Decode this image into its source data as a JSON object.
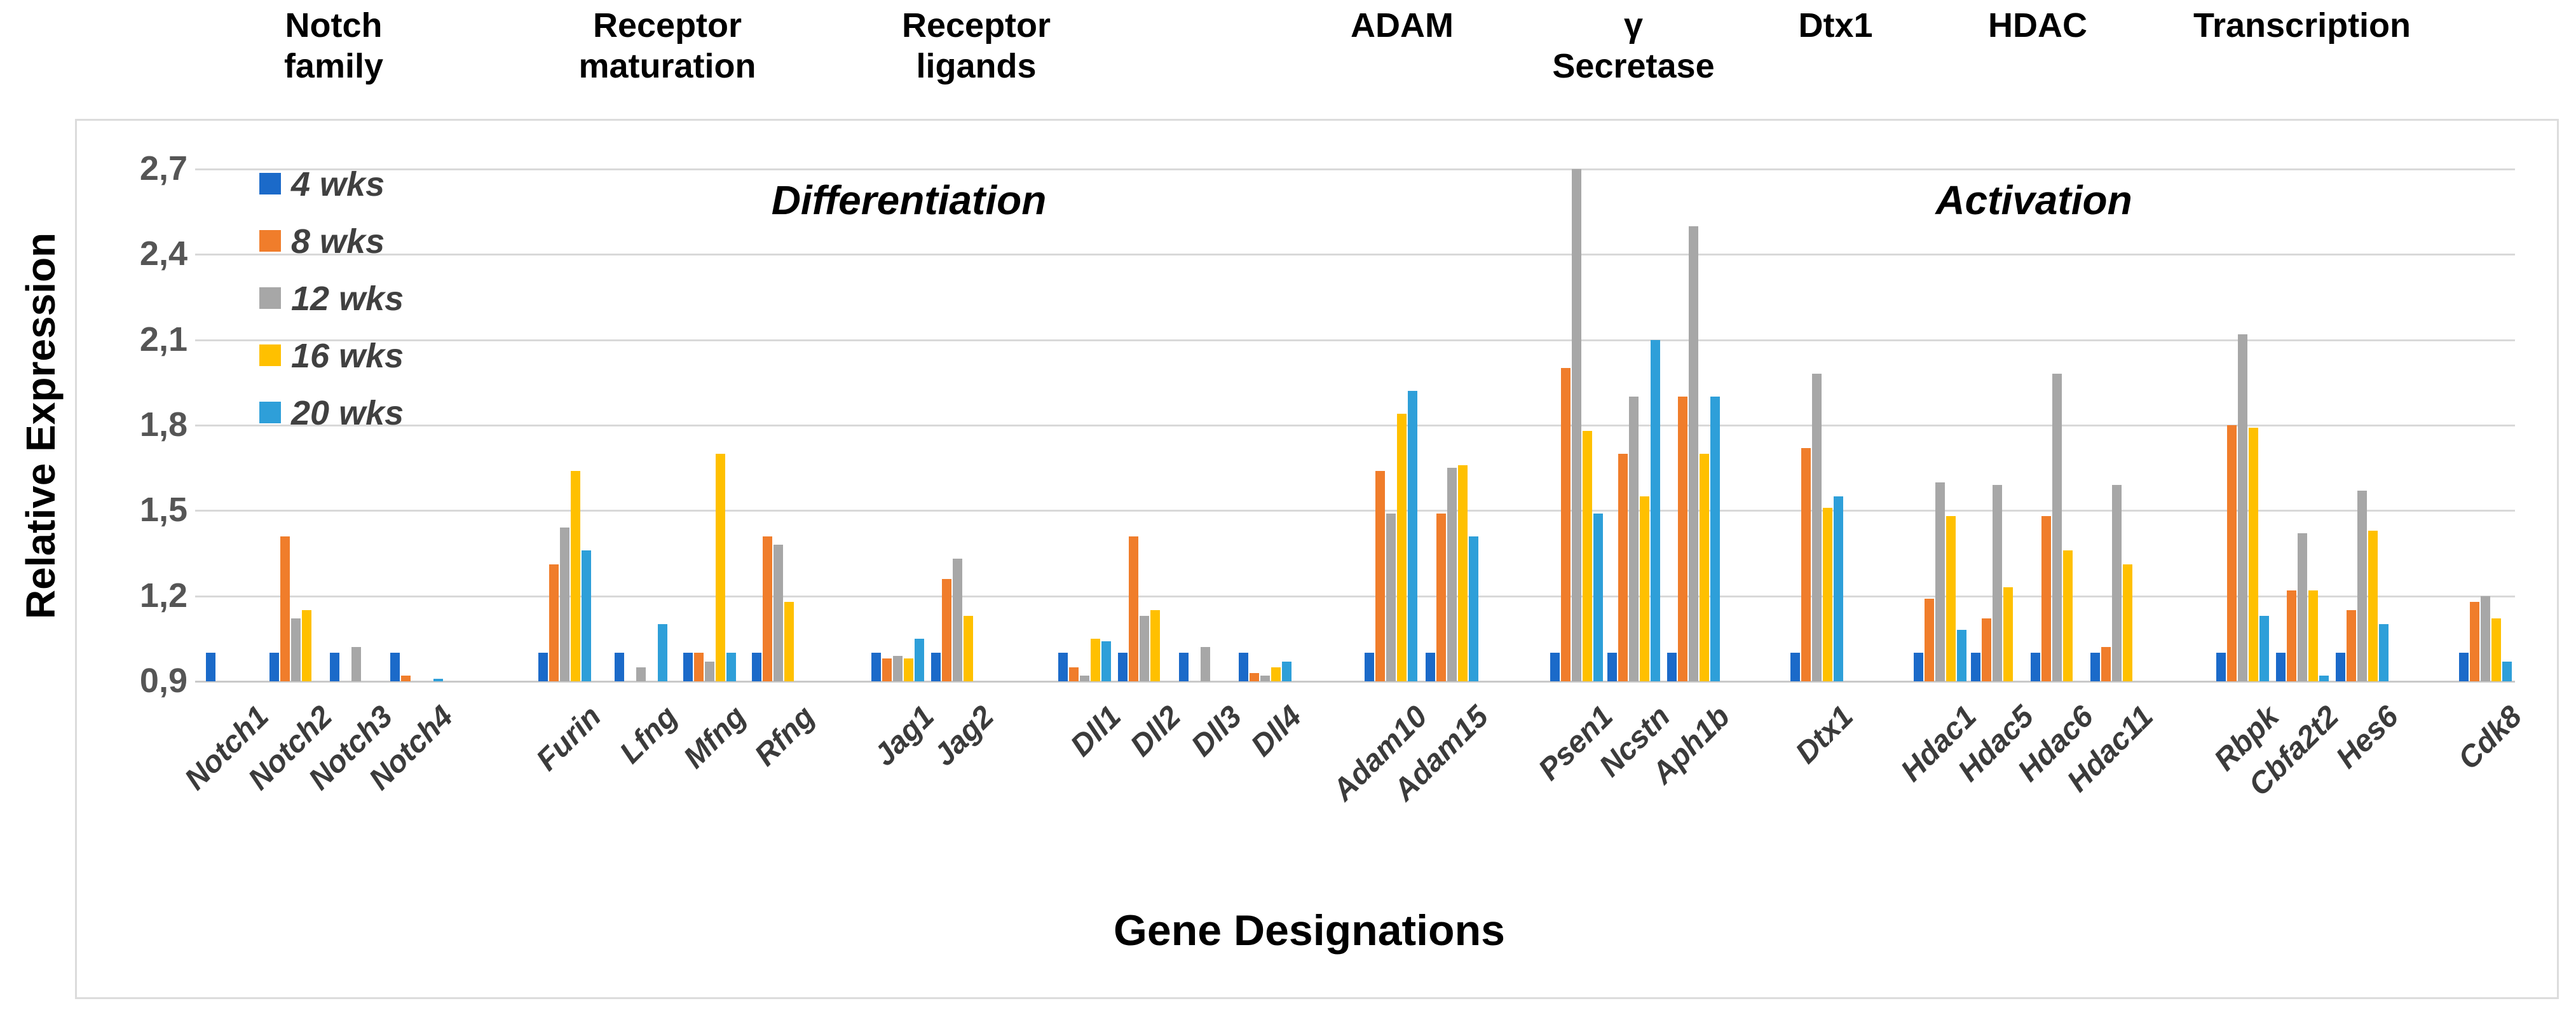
{
  "header_groups": [
    {
      "label": "Notch\nfamily"
    },
    {
      "label": "Receptor\nmaturation"
    },
    {
      "label": "Receptor\nligands"
    },
    {
      "label": "ADAM"
    },
    {
      "label": "γ\nSecretase"
    },
    {
      "label": "Dtx1"
    },
    {
      "label": "HDAC"
    },
    {
      "label": "Transcription"
    }
  ],
  "annotations": {
    "differentiation": "Differentiation",
    "activation": "Activation"
  },
  "axes": {
    "y_title": "Relative Expression",
    "x_title": "Gene Designations"
  },
  "legend": {
    "items": [
      {
        "label": "4 wks",
        "color": "#1B6AC9"
      },
      {
        "label": "8 wks",
        "color": "#F07D2B"
      },
      {
        "label": "12 wks",
        "color": "#A7A7A7"
      },
      {
        "label": "16 wks",
        "color": "#FFC000"
      },
      {
        "label": "20 wks",
        "color": "#2E9FD9"
      }
    ]
  },
  "chart_data": {
    "type": "bar",
    "title": "",
    "xlabel": "Gene Designations",
    "ylabel": "Relative Expression",
    "ylim": [
      0.9,
      2.7
    ],
    "baseline_note": "y axis starts at 0.9; a value of 0.9 means no visible bar",
    "grid": true,
    "legend_position": "inside-top-left",
    "yticks": {
      "values": [
        0.9,
        1.2,
        1.5,
        1.8,
        2.1,
        2.4,
        2.7
      ],
      "labels": [
        "0,9",
        "1,2",
        "1,5",
        "1,8",
        "2,1",
        "2,4",
        "2,7"
      ]
    },
    "group_headers": [
      {
        "label": "Notch family",
        "genes": [
          "Notch1",
          "Notch2",
          "Notch3",
          "Notch4"
        ]
      },
      {
        "label": "Receptor maturation",
        "genes": [
          "Furin",
          "Lfng",
          "Mfng",
          "Rfng"
        ]
      },
      {
        "label": "Receptor ligands",
        "genes": [
          "Jag1",
          "Jag2",
          "Dll1",
          "Dll2",
          "Dll3",
          "Dll4"
        ]
      },
      {
        "label": "ADAM",
        "genes": [
          "Adam10",
          "Adam15"
        ]
      },
      {
        "label": "γ Secretase",
        "genes": [
          "Psen1",
          "Ncstn",
          "Aph1b"
        ]
      },
      {
        "label": "Dtx1",
        "genes": [
          "Dtx1"
        ]
      },
      {
        "label": "HDAC",
        "genes": [
          "Hdac1",
          "Hdac5",
          "Hdac6",
          "Hdac11"
        ]
      },
      {
        "label": "Transcription",
        "genes": [
          "Rbpk",
          "Cbfa2t2",
          "Hes6",
          "Cdk8"
        ]
      }
    ],
    "phase_annotations": [
      {
        "text": "Differentiation",
        "over": "left half"
      },
      {
        "text": "Activation",
        "over": "right half"
      }
    ],
    "categories": [
      "Notch1",
      "Notch2",
      "Notch3",
      "Notch4",
      "Furin",
      "Lfng",
      "Mfng",
      "Rfng",
      "Jag1",
      "Jag2",
      "Dll1",
      "Dll2",
      "Dll3",
      "Dll4",
      "Adam10",
      "Adam15",
      "Psen1",
      "Ncstn",
      "Aph1b",
      "Dtx1",
      "Hdac1",
      "Hdac5",
      "Hdac6",
      "Hdac11",
      "Rbpk",
      "Cbfa2t2",
      "Hes6",
      "Cdk8"
    ],
    "series": [
      {
        "name": "4 wks",
        "color": "#1B6AC9",
        "values": [
          1.0,
          1.0,
          1.0,
          1.0,
          1.0,
          1.0,
          1.0,
          1.0,
          1.0,
          1.0,
          1.0,
          1.0,
          1.0,
          1.0,
          1.0,
          1.0,
          1.0,
          1.0,
          1.0,
          1.0,
          1.0,
          1.0,
          1.0,
          1.0,
          1.0,
          1.0,
          1.0,
          1.0
        ]
      },
      {
        "name": "8 wks",
        "color": "#F07D2B",
        "values": [
          0.9,
          1.41,
          0.9,
          0.92,
          1.31,
          0.9,
          1.0,
          1.41,
          0.98,
          1.26,
          0.95,
          1.41,
          0.9,
          0.93,
          1.64,
          1.49,
          2.0,
          1.7,
          1.9,
          1.72,
          1.19,
          1.12,
          1.48,
          1.02,
          1.8,
          1.22,
          1.15,
          1.18
        ]
      },
      {
        "name": "12 wks",
        "color": "#A7A7A7",
        "values": [
          0.9,
          1.12,
          1.02,
          0.9,
          1.44,
          0.95,
          0.97,
          1.38,
          0.99,
          1.33,
          0.92,
          1.13,
          1.02,
          0.92,
          1.49,
          1.65,
          2.7,
          1.9,
          2.5,
          1.98,
          1.6,
          1.59,
          1.98,
          1.59,
          2.12,
          1.42,
          1.57,
          1.2
        ]
      },
      {
        "name": "16 wks",
        "color": "#FFC000",
        "values": [
          0.9,
          1.15,
          0.9,
          0.9,
          1.64,
          0.9,
          1.7,
          1.18,
          0.98,
          1.13,
          1.05,
          1.15,
          0.9,
          0.95,
          1.84,
          1.66,
          1.78,
          1.55,
          1.7,
          1.51,
          1.48,
          1.23,
          1.36,
          1.31,
          1.79,
          1.22,
          1.43,
          1.12
        ]
      },
      {
        "name": "20 wks",
        "color": "#2E9FD9",
        "values": [
          0.9,
          0.9,
          0.9,
          0.91,
          1.36,
          1.1,
          1.0,
          0.9,
          1.05,
          0.9,
          1.04,
          0.9,
          0.9,
          0.97,
          1.92,
          1.41,
          1.49,
          2.1,
          1.9,
          1.55,
          1.08,
          0.9,
          0.9,
          0.9,
          1.13,
          0.92,
          1.1,
          0.97
        ]
      }
    ]
  }
}
